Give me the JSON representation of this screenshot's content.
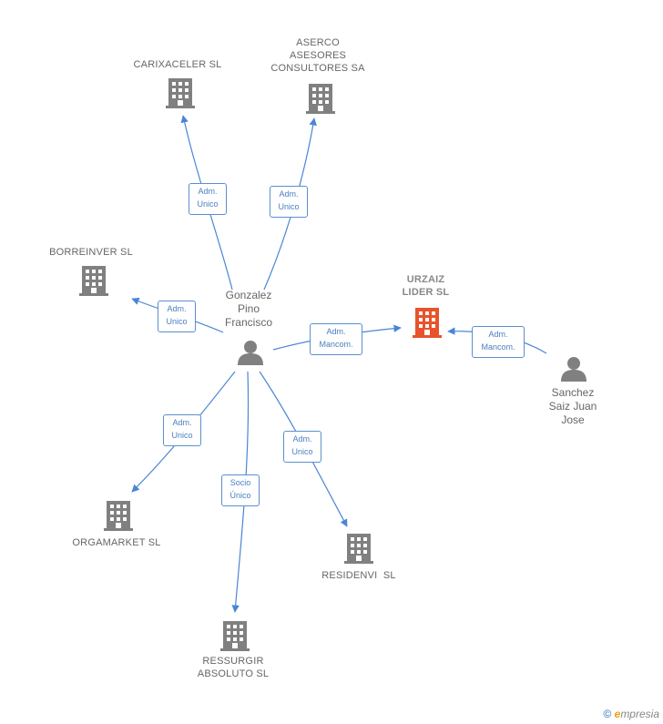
{
  "nodes": {
    "carixaceler": {
      "name": "CARIXACELER SL",
      "type": "company"
    },
    "aserco": {
      "name_lines": [
        "ASERCO",
        "ASESORES",
        "CONSULTORES SA"
      ],
      "type": "company"
    },
    "borreinver": {
      "name": "BORREINVER SL",
      "type": "company"
    },
    "urzaiz": {
      "name_lines": [
        "URZAIZ",
        "LIDER SL"
      ],
      "type": "company-focus"
    },
    "orgamarket": {
      "name": "ORGAMARKET SL",
      "type": "company"
    },
    "residenvi": {
      "name": "RESIDENVI  SL",
      "type": "company"
    },
    "ressurgir": {
      "name_lines": [
        "RESSURGIR",
        "ABSOLUTO SL"
      ],
      "type": "company"
    },
    "gonzalez": {
      "name_lines": [
        "Gonzalez",
        "Pino",
        "Francisco"
      ],
      "type": "person"
    },
    "sanchez": {
      "name_lines": [
        "Sanchez",
        "Saiz Juan",
        "Jose"
      ],
      "type": "person"
    }
  },
  "edges": {
    "to_carixaceler": [
      "Adm.",
      "Unico"
    ],
    "to_aserco": [
      "Adm.",
      "Unico"
    ],
    "to_borreinver": [
      "Adm.",
      "Unico"
    ],
    "gonzalez_to_urzaiz": [
      "Adm.",
      "Mancom."
    ],
    "sanchez_to_urzaiz": [
      "Adm.",
      "Mancom."
    ],
    "to_orgamarket": [
      "Adm.",
      "Unico"
    ],
    "to_ressurgir": [
      "Socio",
      "Único"
    ],
    "to_residenvi": [
      "Adm.",
      "Unico"
    ]
  },
  "colors": {
    "company": "#808080",
    "focus": "#e8532b",
    "person": "#808080",
    "edge": "#4a86d4"
  },
  "footer": {
    "copyright": "©",
    "brand_e": "e",
    "brand_rest": "mpresia"
  }
}
